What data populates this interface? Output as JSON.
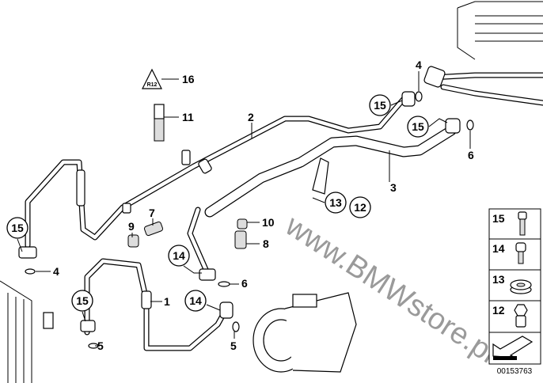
{
  "diagram": {
    "watermark": "www.BMWstore.pl",
    "drawing_number": "00153763",
    "symbol_text": "R12",
    "callouts": [
      {
        "id": "c16",
        "label": "16",
        "circled": false
      },
      {
        "id": "c11",
        "label": "11",
        "circled": false
      },
      {
        "id": "c2",
        "label": "2",
        "circled": false
      },
      {
        "id": "c4a",
        "label": "4",
        "circled": false
      },
      {
        "id": "c15a",
        "label": "15",
        "circled": true
      },
      {
        "id": "c15b",
        "label": "15",
        "circled": true
      },
      {
        "id": "c6a",
        "label": "6",
        "circled": false
      },
      {
        "id": "c3",
        "label": "3",
        "circled": false
      },
      {
        "id": "c13",
        "label": "13",
        "circled": true
      },
      {
        "id": "c12",
        "label": "12",
        "circled": true
      },
      {
        "id": "c7",
        "label": "7",
        "circled": false
      },
      {
        "id": "c9",
        "label": "9",
        "circled": false
      },
      {
        "id": "c10",
        "label": "10",
        "circled": false
      },
      {
        "id": "c8",
        "label": "8",
        "circled": false
      },
      {
        "id": "c15c",
        "label": "15",
        "circled": true
      },
      {
        "id": "c4b",
        "label": "4",
        "circled": false
      },
      {
        "id": "c14a",
        "label": "14",
        "circled": true
      },
      {
        "id": "c6b",
        "label": "6",
        "circled": false
      },
      {
        "id": "c1",
        "label": "1",
        "circled": false
      },
      {
        "id": "c15d",
        "label": "15",
        "circled": true
      },
      {
        "id": "c14b",
        "label": "14",
        "circled": true
      },
      {
        "id": "c5a",
        "label": "5",
        "circled": false
      },
      {
        "id": "c5b",
        "label": "5",
        "circled": false
      }
    ],
    "legend": [
      {
        "label": "15",
        "part": "long-screw"
      },
      {
        "label": "14",
        "part": "short-screw"
      },
      {
        "label": "13",
        "part": "rubber-grommet"
      },
      {
        "label": "12",
        "part": "collar-nut"
      },
      {
        "label": "",
        "part": "arrow-symbol"
      }
    ]
  }
}
